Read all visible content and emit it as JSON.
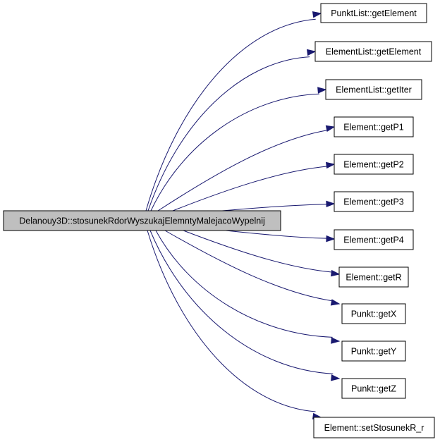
{
  "colors": {
    "source_fill": "#bfbfbf",
    "node_fill": "#ffffff",
    "border": "#000000",
    "edge": "#191970"
  },
  "source": {
    "label": "Delanouy3D::stosunekRdorWyszukajElemntyMalejacoWypelnij"
  },
  "targets": [
    {
      "id": "punktlist-getelement",
      "label": "PunktList::getElement"
    },
    {
      "id": "elementlist-getelement",
      "label": "ElementList::getElement"
    },
    {
      "id": "elementlist-getiter",
      "label": "ElementList::getIter"
    },
    {
      "id": "element-getp1",
      "label": "Element::getP1"
    },
    {
      "id": "element-getp2",
      "label": "Element::getP2"
    },
    {
      "id": "element-getp3",
      "label": "Element::getP3"
    },
    {
      "id": "element-getp4",
      "label": "Element::getP4"
    },
    {
      "id": "element-getr",
      "label": "Element::getR"
    },
    {
      "id": "punkt-getx",
      "label": "Punkt::getX"
    },
    {
      "id": "punkt-gety",
      "label": "Punkt::getY"
    },
    {
      "id": "punkt-getz",
      "label": "Punkt::getZ"
    },
    {
      "id": "element-setstosunekr-r",
      "label": "Element::setStosunekR_r"
    }
  ]
}
